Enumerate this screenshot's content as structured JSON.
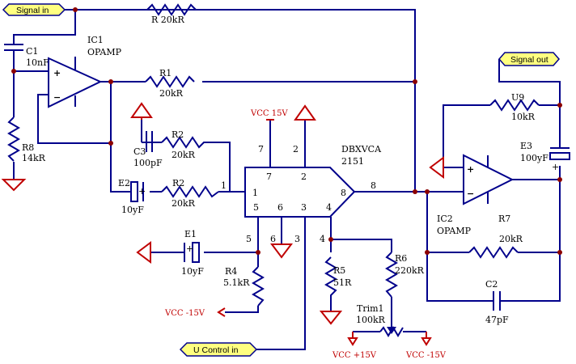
{
  "ports": {
    "signal_in": "Signal in",
    "signal_out": "Signal out",
    "u_control_in": "U Control in"
  },
  "components": {
    "r_feedback": "R 20kR",
    "c1_name": "C1",
    "c1_value": "10nF",
    "ic1_name": "IC1",
    "ic1_type": "OPAMP",
    "r1_name": "R1",
    "r1_value": "20kR",
    "r8_name": "R8",
    "r8_value": "14kR",
    "r2a_name": "R2",
    "r2a_value": "20kR",
    "c3_name": "C3",
    "c3_value": "100pF",
    "e2_name": "E2",
    "e2_value": "10yF",
    "r2b_name": "R2",
    "r2b_value": "20kR",
    "vca_name": "DBXVCA",
    "vca_part": "2151",
    "e1_name": "E1",
    "e1_value": "10yF",
    "r4_name": "R4",
    "r4_value": "5.1kR",
    "r5_name": "R5",
    "r5_value": "51R",
    "r6_name": "R6",
    "r6_value": "220kR",
    "trim1_name": "Trim1",
    "trim1_value": "100kR",
    "u9_name": "U9",
    "u9_value": "10kR",
    "e3_name": "E3",
    "e3_value": "100yF",
    "ic2_name": "IC2",
    "ic2_type": "OPAMP",
    "r7_name": "R7",
    "r7_value": "20kR",
    "c2_name": "C2",
    "c2_value": "47pF"
  },
  "power": {
    "vcc_pos15_top": "VCC 15V",
    "vcc_neg15_r4": "VCC -15V",
    "vcc_pos15_trim": "VCC +15V",
    "vcc_neg15_trim": "VCC -15V"
  },
  "pins": {
    "p1": "1",
    "p2": "2",
    "p4": "4",
    "p5": "5",
    "p6": "6",
    "p7": "7",
    "p8": "8",
    "p3": "3",
    "plus": "+",
    "minus": "−"
  }
}
